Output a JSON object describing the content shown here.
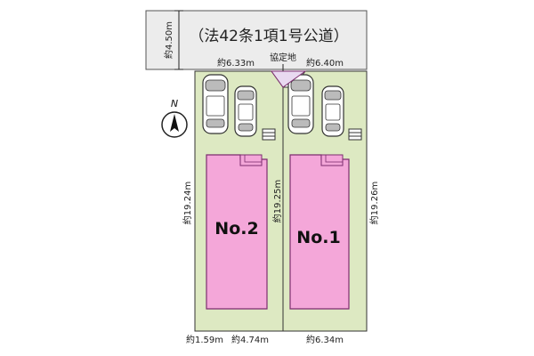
{
  "road": {
    "label": "（法42条1項1号公道）",
    "width_label": "約4.50m"
  },
  "compass": {
    "north_label": "N"
  },
  "shared_area": {
    "label": "協定地"
  },
  "frontage": {
    "lot2": "約6.33m",
    "lot1": "約6.40m"
  },
  "depth": {
    "left": "約19.24m",
    "middle": "約19.25m",
    "right": "約19.26m"
  },
  "bottom": {
    "left_strip": "約1.59m",
    "lot2": "約4.74m",
    "lot1": "約6.34m"
  },
  "lots": [
    {
      "name": "No.2"
    },
    {
      "name": "No.1"
    }
  ],
  "colors": {
    "road": "#ececec",
    "lot_green": "#dde9c2",
    "house_pink": "#f4a7d9",
    "house_outline": "#7c2d6f",
    "boundary": "#333333"
  }
}
